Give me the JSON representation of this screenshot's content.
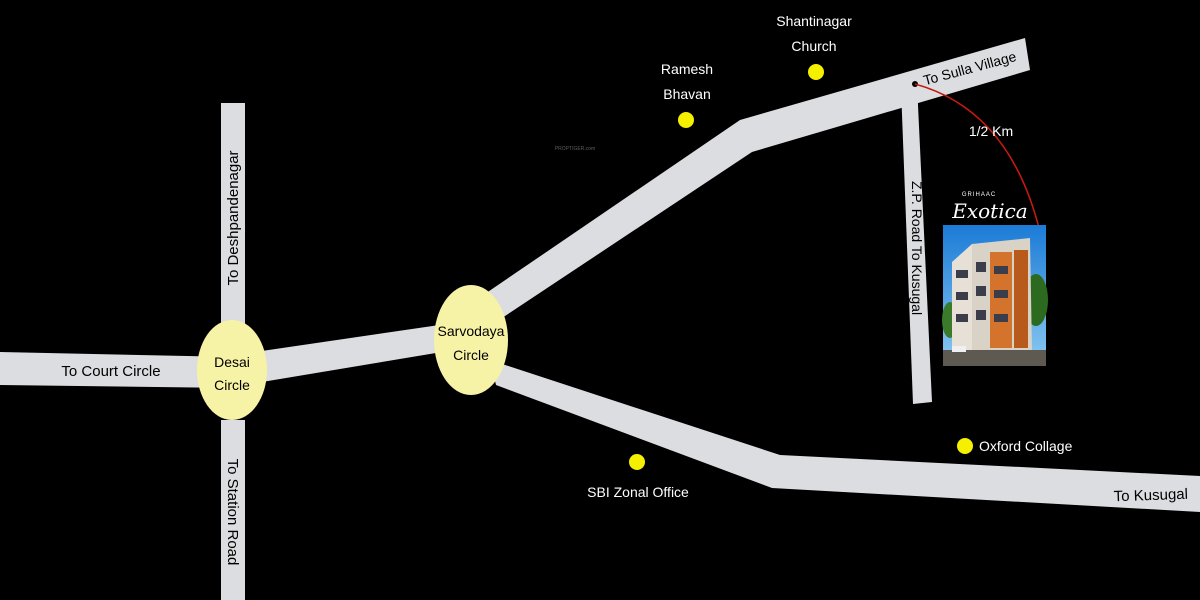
{
  "colors": {
    "background": "#000000",
    "road": "#dcdde0",
    "circle": "#f7f3a6",
    "landmark": "#f5ef00",
    "label": "#000000",
    "landmark_label": "#ffffff",
    "arrow": "#c41a10"
  },
  "roads": {
    "court_circle": "To Court Circle",
    "deshpandenagar": "To Deshpandenagar",
    "station_road": "To Station Road",
    "sulla_village": "To Sulla Village",
    "zp_road": "Z.P. Road To Kusugal",
    "kusugal": "To Kusugal"
  },
  "circles": {
    "desai": [
      "Desai",
      "Circle"
    ],
    "sarvodaya": [
      "Sarvodaya",
      "Circle"
    ]
  },
  "landmarks": {
    "shantinagar": [
      "Shantinagar",
      "Church"
    ],
    "ramesh": [
      "Ramesh",
      "Bhavan"
    ],
    "sbi": "SBI Zonal Office",
    "oxford": "Oxford Collage"
  },
  "distance": "1/2 Km",
  "project": {
    "brand": "GRIHAAC",
    "name": "Exotica"
  },
  "watermark": "PROPTIGER.com"
}
